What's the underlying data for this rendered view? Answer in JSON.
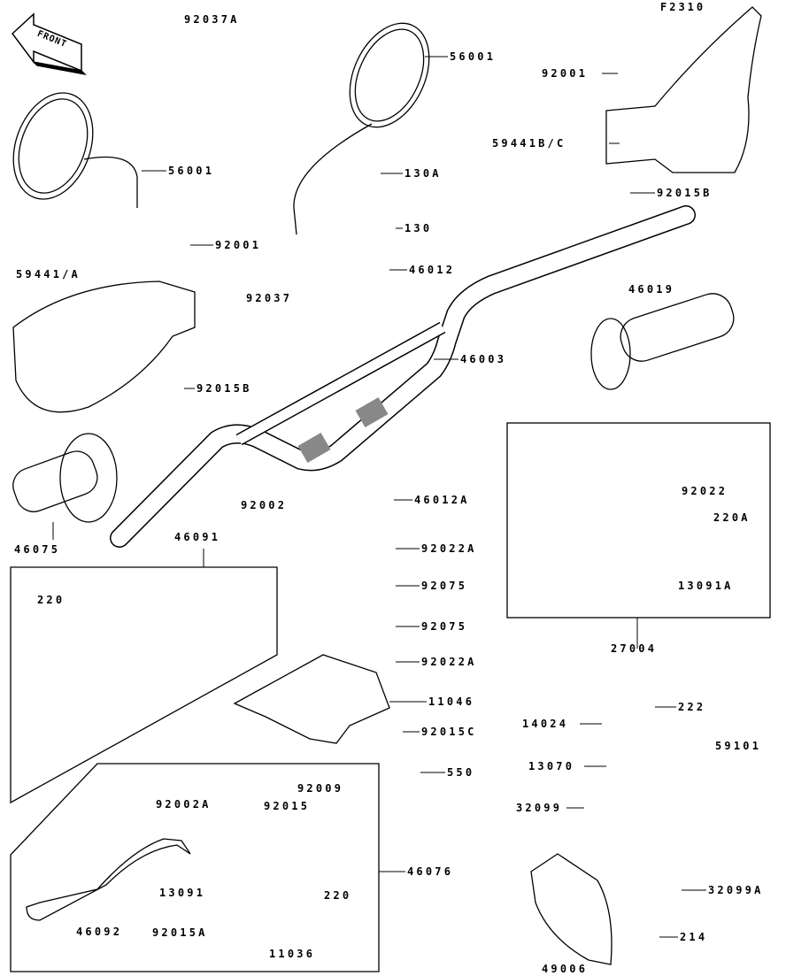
{
  "diagram": {
    "figure_code": "F2310",
    "front_badge": "FRONT",
    "boxes": [
      {
        "id": "switch-box",
        "label": "46091"
      },
      {
        "id": "lever-box",
        "label": "46076"
      },
      {
        "id": "throttle-box",
        "label": "27004"
      }
    ],
    "parts": [
      {
        "id": "p1",
        "number": "92037A"
      },
      {
        "id": "p2",
        "number": "56001"
      },
      {
        "id": "p3",
        "number": "56001"
      },
      {
        "id": "p4",
        "number": "92001"
      },
      {
        "id": "p5",
        "number": "59441B/C"
      },
      {
        "id": "p6",
        "number": "92015B"
      },
      {
        "id": "p7",
        "number": "130A"
      },
      {
        "id": "p8",
        "number": "130"
      },
      {
        "id": "p9",
        "number": "92001"
      },
      {
        "id": "p10",
        "number": "46012"
      },
      {
        "id": "p11",
        "number": "59441/A"
      },
      {
        "id": "p12",
        "number": "92037"
      },
      {
        "id": "p13",
        "number": "46019"
      },
      {
        "id": "p14",
        "number": "46003"
      },
      {
        "id": "p15",
        "number": "92015B"
      },
      {
        "id": "p16",
        "number": "46012A"
      },
      {
        "id": "p17",
        "number": "92002"
      },
      {
        "id": "p18",
        "number": "46091"
      },
      {
        "id": "p19",
        "number": "46075"
      },
      {
        "id": "p20",
        "number": "92022"
      },
      {
        "id": "p21",
        "number": "220A"
      },
      {
        "id": "p22",
        "number": "92022A"
      },
      {
        "id": "p23",
        "number": "220"
      },
      {
        "id": "p24",
        "number": "92075"
      },
      {
        "id": "p25",
        "number": "13091A"
      },
      {
        "id": "p26",
        "number": "92075"
      },
      {
        "id": "p27",
        "number": "27004"
      },
      {
        "id": "p28",
        "number": "92022A"
      },
      {
        "id": "p29",
        "number": "11046"
      },
      {
        "id": "p30",
        "number": "222"
      },
      {
        "id": "p31",
        "number": "14024"
      },
      {
        "id": "p32",
        "number": "59101"
      },
      {
        "id": "p33",
        "number": "92015C"
      },
      {
        "id": "p34",
        "number": "550"
      },
      {
        "id": "p35",
        "number": "13070"
      },
      {
        "id": "p36",
        "number": "92009"
      },
      {
        "id": "p37",
        "number": "92002A"
      },
      {
        "id": "p38",
        "number": "92015"
      },
      {
        "id": "p39",
        "number": "32099"
      },
      {
        "id": "p40",
        "number": "46076"
      },
      {
        "id": "p41",
        "number": "13091"
      },
      {
        "id": "p42",
        "number": "220"
      },
      {
        "id": "p43",
        "number": "32099A"
      },
      {
        "id": "p44",
        "number": "46092"
      },
      {
        "id": "p45",
        "number": "92015A"
      },
      {
        "id": "p46",
        "number": "214"
      },
      {
        "id": "p47",
        "number": "11036"
      },
      {
        "id": "p48",
        "number": "49006"
      }
    ]
  }
}
